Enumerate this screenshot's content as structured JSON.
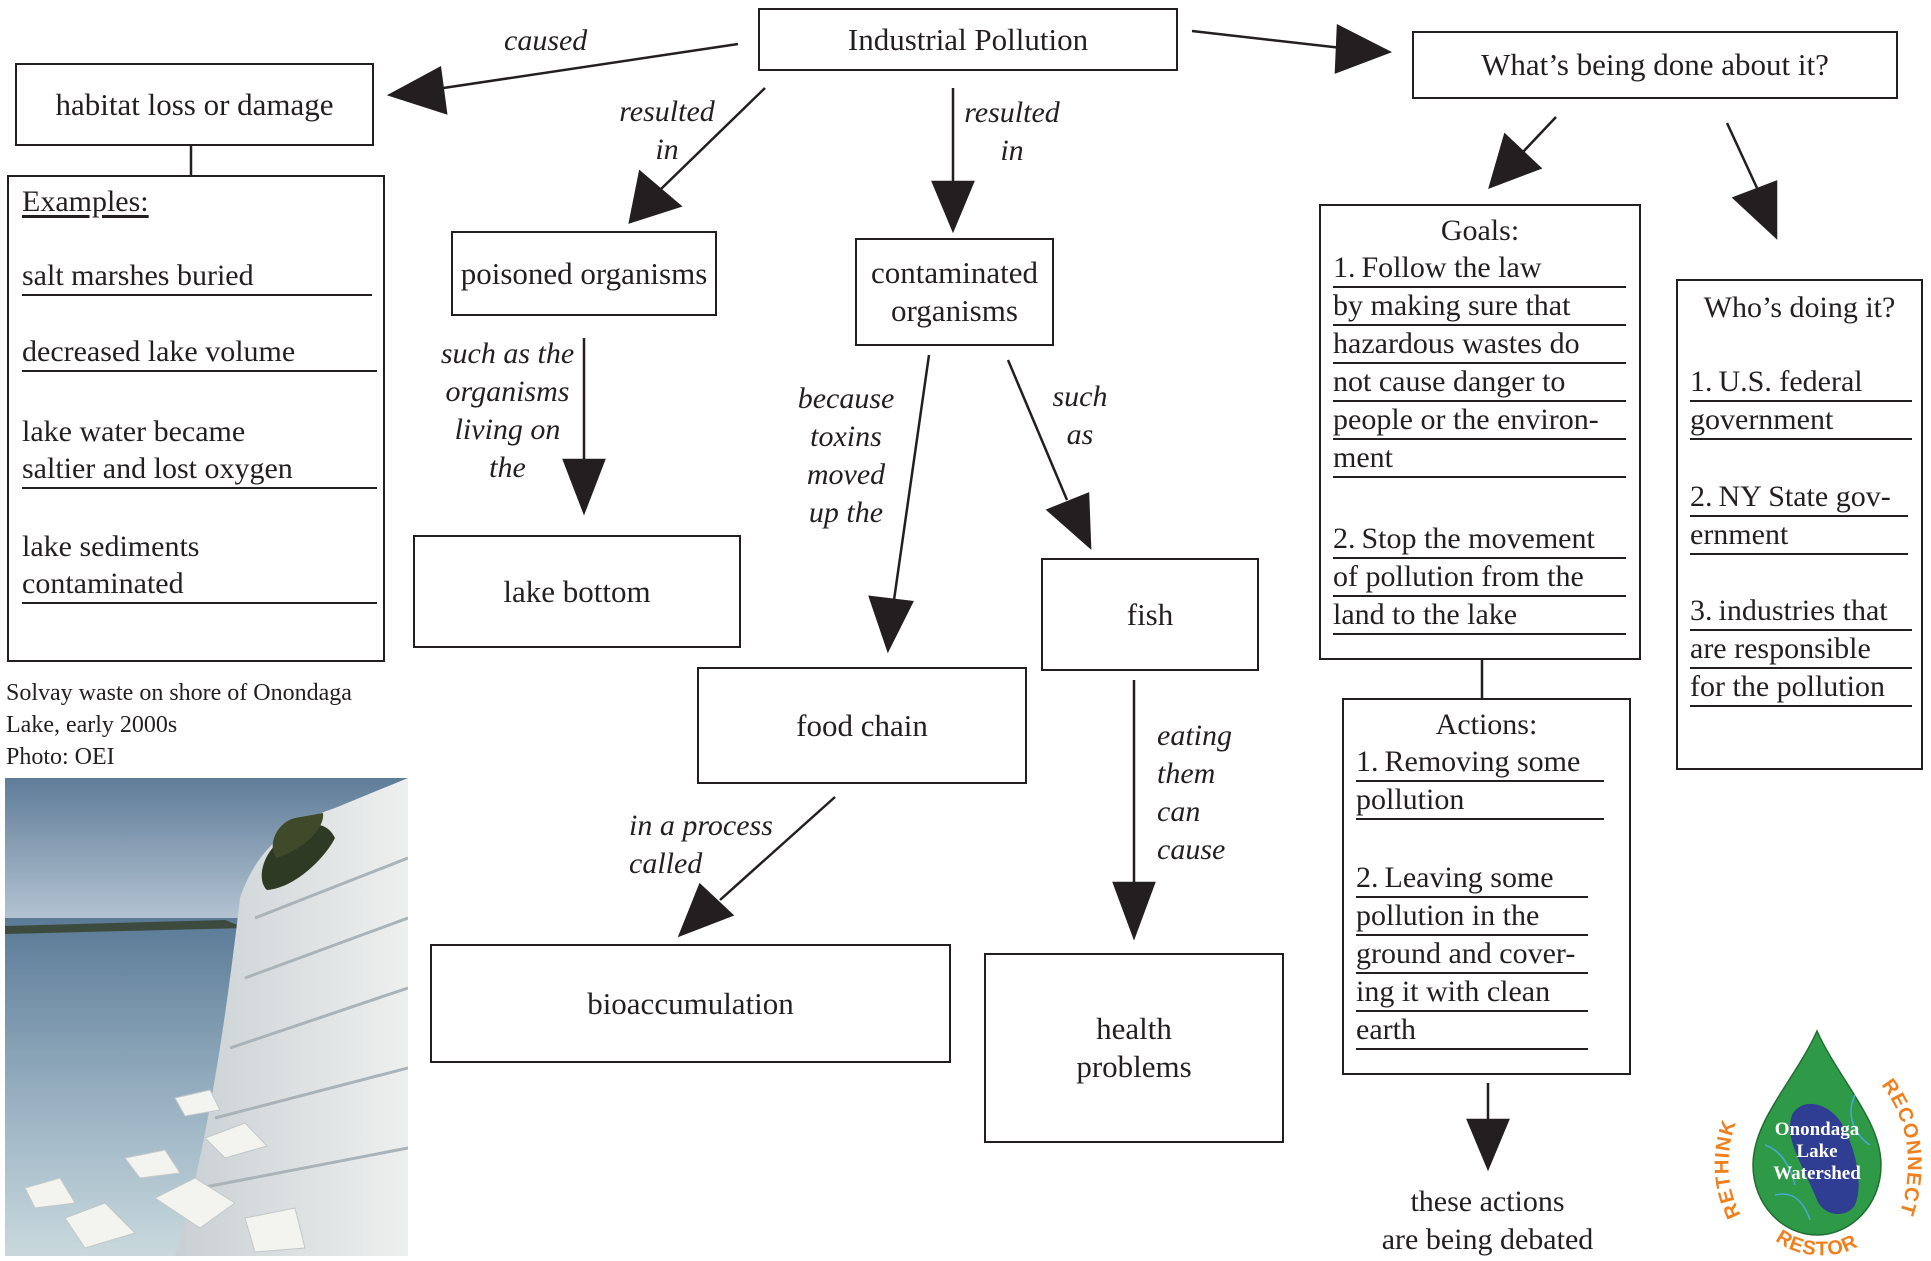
{
  "nodes": {
    "industrial_pollution": "Industrial Pollution",
    "habitat_loss": "habitat loss or damage",
    "poisoned_organisms": "poisoned organisms",
    "contaminated_organisms": [
      "contaminated",
      "organisms"
    ],
    "lake_bottom": "lake bottom",
    "fish": "fish",
    "food_chain": "food chain",
    "bioaccumulation": "bioaccumulation",
    "health_problems": [
      "health",
      "problems"
    ],
    "whats_being_done": "What’s being done about it?",
    "debated": [
      "these actions",
      "are being debated"
    ]
  },
  "edges": {
    "caused": "caused",
    "resulted_in_left": [
      "resulted",
      "in"
    ],
    "resulted_in_right": [
      "resulted",
      "in"
    ],
    "such_as_the": [
      "such as the",
      "organisms",
      "living on",
      "the"
    ],
    "because_toxins": [
      "because",
      "toxins",
      "moved",
      "up the"
    ],
    "such_as": [
      "such",
      "as"
    ],
    "in_a_process": [
      "in a process",
      "called"
    ],
    "eating_them": [
      "eating",
      "them",
      "can",
      "cause"
    ]
  },
  "examples": {
    "title": "Examples:",
    "items": [
      [
        "salt marshes buried"
      ],
      [
        "decreased lake volume"
      ],
      [
        "lake water became",
        "saltier and lost oxygen"
      ],
      [
        "lake sediments",
        "contaminated"
      ]
    ]
  },
  "goals": {
    "title": "Goals:",
    "item1": {
      "number": "1.",
      "lines": [
        "Follow the law",
        "by making sure that",
        "hazardous wastes do",
        "not cause danger to",
        "people or the environ-",
        "ment"
      ]
    },
    "item2": {
      "number": "2.",
      "lines": [
        "Stop the movement",
        "of pollution from the",
        "land to the lake"
      ]
    }
  },
  "actions": {
    "title": "Actions:",
    "item1": {
      "number": "1.",
      "lines": [
        "Removing some",
        "pollution"
      ]
    },
    "item2": {
      "number": "2.",
      "lines": [
        "Leaving some",
        "pollution in the",
        "ground and cover-",
        "ing it with clean",
        "earth"
      ]
    }
  },
  "who": {
    "title": "Who’s doing it?",
    "item1": {
      "number": "1.",
      "lines": [
        "U.S. federal",
        "government"
      ]
    },
    "item2": {
      "number": "2.",
      "lines": [
        "NY State gov-",
        "ernment"
      ]
    },
    "item3": {
      "number": "3.",
      "lines": [
        "industries that",
        "are responsible",
        "for the pollution"
      ]
    }
  },
  "photo_caption": [
    "Solvay waste on shore of Onondaga",
    "Lake, early 2000s",
    "Photo: OEI"
  ],
  "logo": {
    "center_text": [
      "Onondaga",
      "Lake",
      "Watershed"
    ],
    "ring_left": "RETHINK",
    "ring_right": "RECONNECT",
    "ring_bottom": "RESTORE"
  },
  "colors": {
    "ink": "#231f20",
    "logo_green": "#2e9a47",
    "logo_blue": "#2f3d92",
    "logo_orange": "#f0801d"
  }
}
